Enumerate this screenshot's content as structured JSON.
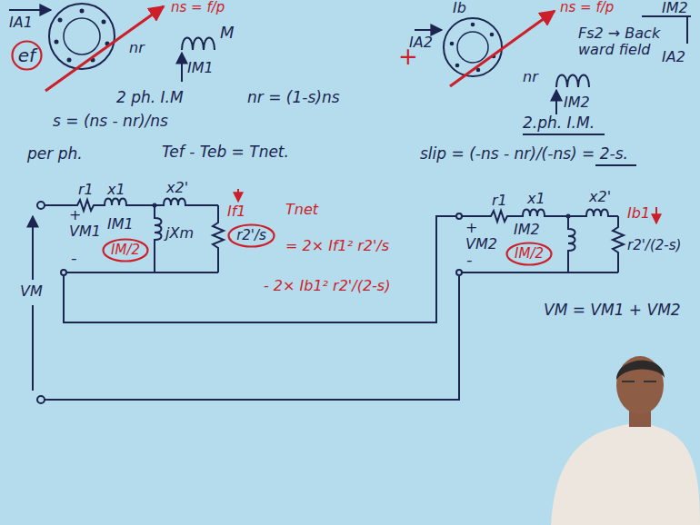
{
  "diagram": {
    "nodes": [
      {
        "text": [
          "ef"
        ]
      },
      {
        "text": [
          "IM/2"
        ]
      },
      {
        "text": [
          "r2'/s"
        ]
      },
      {
        "text": [
          "IM/2"
        ]
      }
    ],
    "labels": [
      "IA1",
      "M",
      "IM1",
      "ns = f/p",
      "nr",
      "+",
      "ns = f/p",
      "IM2",
      "IA2",
      "Ib",
      "Fs2 → Back ward field",
      "IA2",
      "nr",
      "IM2",
      "2 ph. I.M",
      "nr = (1-s)ns",
      "s = (ns - nr)/ns",
      "per ph.",
      "Tef - Teb = Tnet.",
      "2.ph. I.M.",
      "slip = (-ns - nr)/(-ns) = 2-s.",
      "r1",
      "x1",
      "x2'",
      "If1",
      "+",
      "VM1",
      "IM1",
      "jXm",
      "-",
      "VM",
      "Tnet",
      "= 2× If1² r2'/s",
      "- 2× Ib1² r2'/(2-s)",
      "r1",
      "x1",
      "x2'",
      "Ib1",
      "+",
      "VM2",
      "IM2",
      "r2'/(2-s)",
      "-",
      "VM = VM1 + VM2"
    ]
  }
}
